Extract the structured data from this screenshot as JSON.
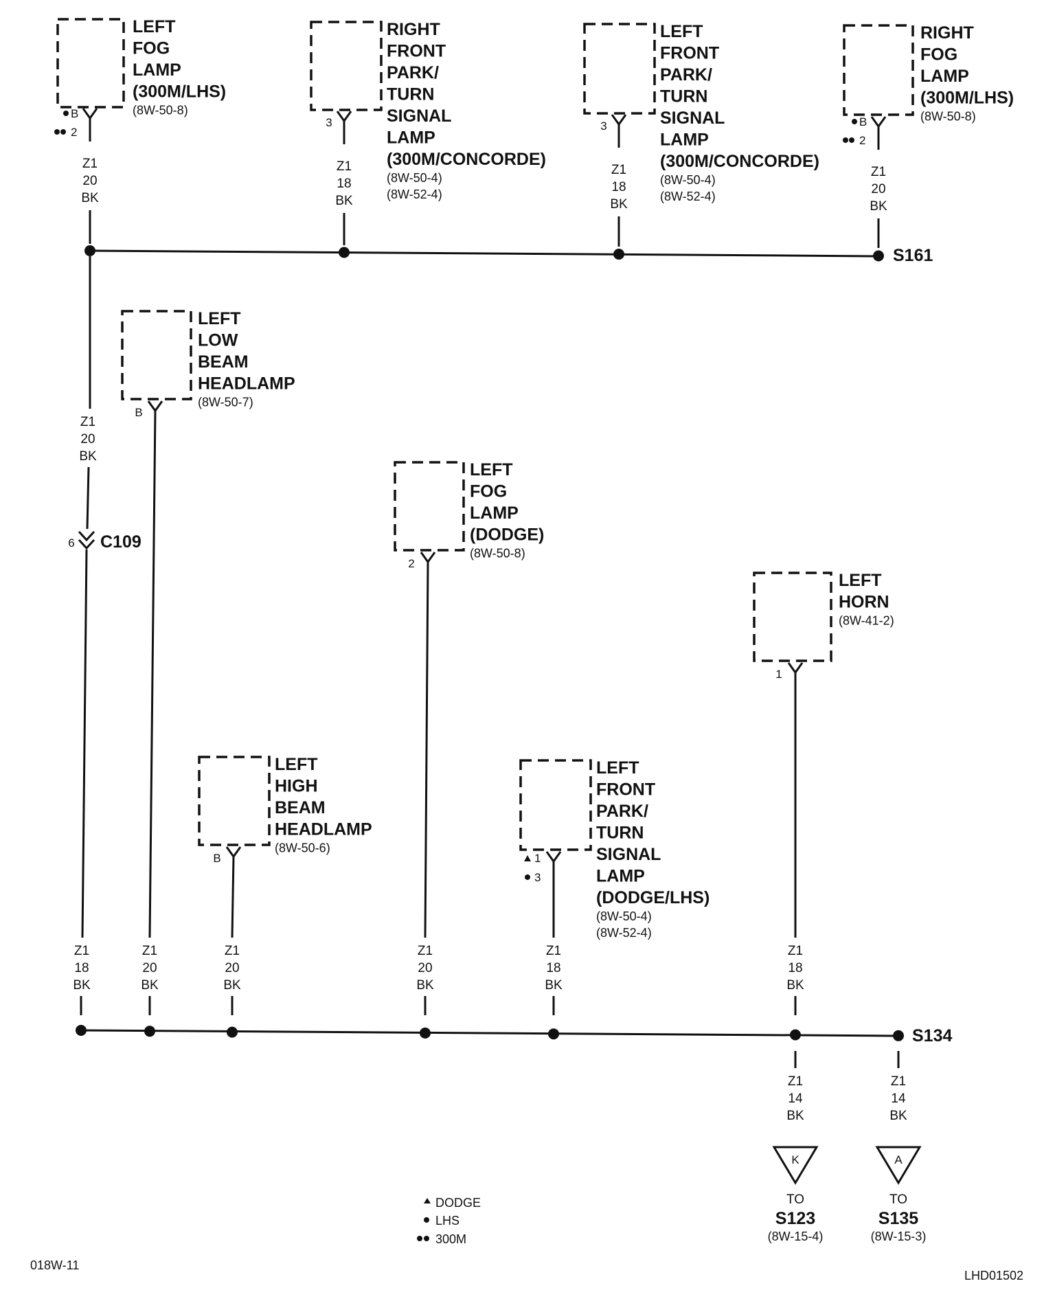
{
  "components": [
    {
      "id": "c1",
      "lines": [
        "LEFT",
        "FOG",
        "LAMP",
        "(300M/LHS)"
      ],
      "refs": [
        "(8W-50-8)"
      ],
      "pin": "B",
      "pin_alt": "2",
      "wire": [
        "Z1",
        "20",
        "BK"
      ]
    },
    {
      "id": "c2",
      "lines": [
        "RIGHT",
        "FRONT",
        "PARK/",
        "TURN",
        "SIGNAL",
        "LAMP",
        "(300M/CONCORDE)"
      ],
      "refs": [
        "(8W-50-4)",
        "(8W-52-4)"
      ],
      "pin": "3",
      "wire": [
        "Z1",
        "18",
        "BK"
      ]
    },
    {
      "id": "c3",
      "lines": [
        "LEFT",
        "FRONT",
        "PARK/",
        "TURN",
        "SIGNAL",
        "LAMP",
        "(300M/CONCORDE)"
      ],
      "refs": [
        "(8W-50-4)",
        "(8W-52-4)"
      ],
      "pin": "3",
      "wire": [
        "Z1",
        "18",
        "BK"
      ]
    },
    {
      "id": "c4",
      "lines": [
        "RIGHT",
        "FOG",
        "LAMP",
        "(300M/LHS)"
      ],
      "refs": [
        "(8W-50-8)"
      ],
      "pin": "B",
      "pin_alt": "2",
      "wire": [
        "Z1",
        "20",
        "BK"
      ]
    },
    {
      "id": "c5",
      "lines": [
        "LEFT",
        "LOW",
        "BEAM",
        "HEADLAMP"
      ],
      "refs": [
        "(8W-50-7)"
      ],
      "pin": "B",
      "wire": [
        "Z1",
        "20",
        "BK"
      ]
    },
    {
      "id": "c6",
      "lines": [
        "LEFT",
        "FOG",
        "LAMP",
        "(DODGE)"
      ],
      "refs": [
        "(8W-50-8)"
      ],
      "pin": "2",
      "wire": [
        "Z1",
        "20",
        "BK"
      ]
    },
    {
      "id": "c7",
      "lines": [
        "LEFT",
        "HORN"
      ],
      "refs": [
        "(8W-41-2)"
      ],
      "pin": "1",
      "wire": [
        "Z1",
        "18",
        "BK"
      ]
    },
    {
      "id": "c8",
      "lines": [
        "LEFT",
        "HIGH",
        "BEAM",
        "HEADLAMP"
      ],
      "refs": [
        "(8W-50-6)"
      ],
      "pin": "B",
      "wire": [
        "Z1",
        "20",
        "BK"
      ]
    },
    {
      "id": "c9",
      "lines": [
        "LEFT",
        "FRONT",
        "PARK/",
        "TURN",
        "SIGNAL",
        "LAMP",
        "(DODGE/LHS)"
      ],
      "refs": [
        "(8W-50-4)",
        "(8W-52-4)"
      ],
      "pin": "1",
      "pin_alt": "3",
      "wire": [
        "Z1",
        "18",
        "BK"
      ]
    }
  ],
  "upper_drop_wire": [
    "Z1",
    "20",
    "BK"
  ],
  "left_bus_wire": [
    "Z1",
    "18",
    "BK"
  ],
  "splice_top": "S161",
  "splice_bottom": "S134",
  "connector": {
    "name": "C109",
    "pin": "6"
  },
  "outputs": [
    {
      "id": "o1",
      "wire": [
        "Z1",
        "14",
        "BK"
      ],
      "letter": "K",
      "to": "TO",
      "dest": "S123",
      "ref": "(8W-15-4)"
    },
    {
      "id": "o2",
      "wire": [
        "Z1",
        "14",
        "BK"
      ],
      "letter": "A",
      "to": "TO",
      "dest": "S135",
      "ref": "(8W-15-3)"
    }
  ],
  "legend": [
    {
      "symbol": "triangle",
      "label": "DODGE"
    },
    {
      "symbol": "dot",
      "label": "LHS"
    },
    {
      "symbol": "double-dot",
      "label": "300M"
    }
  ],
  "footer_left": "018W-11",
  "footer_right": "LHD01502"
}
